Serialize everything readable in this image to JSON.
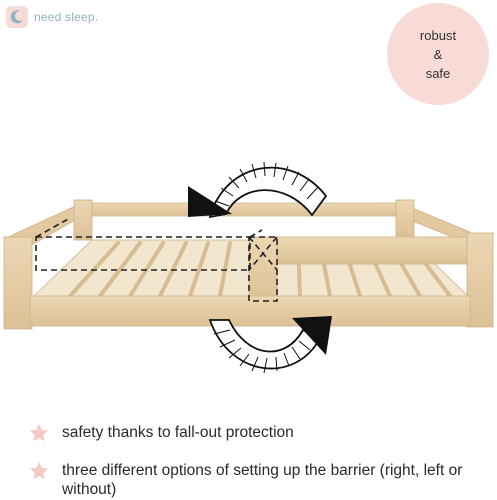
{
  "brand": {
    "name": "need sleep."
  },
  "badge": {
    "lines": [
      "robust",
      "&",
      "safe"
    ]
  },
  "features": [
    {
      "icon": "star-icon",
      "text": "safety thanks to fall-out protection"
    },
    {
      "icon": "star-icon",
      "text": "three different options of setting up the barrier (right, left or without)"
    }
  ],
  "colors": {
    "badge": "#f8dbd6",
    "logo_mark": "#f6dcd6",
    "logo_text": "#8fb3bf",
    "star": "#f4c9c2",
    "wood": "#e6cfa8"
  }
}
